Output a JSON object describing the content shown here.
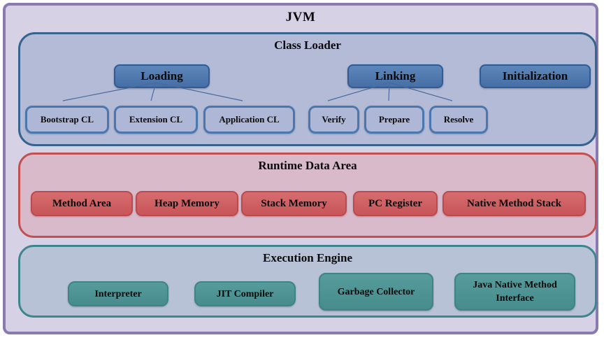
{
  "title": "JVM",
  "colors": {
    "outer_background": "#d7d1e6",
    "outer_border": "#8a7ab0",
    "class_loader_background": "#b3bbd7",
    "class_loader_border": "#36648e",
    "phase_fill": "#4c79b0",
    "phase_border": "#2f5c94",
    "subbox_fill": "#aeb8d6",
    "subbox_border": "#4a77ad",
    "connector_line": "#4a6a9c",
    "runtime_background": "#d9bacb",
    "runtime_border": "#c05150",
    "runtime_box_fill": "#cd5d61",
    "runtime_box_border": "#b94a4e",
    "engine_background": "#b8c2d6",
    "engine_border": "#3d868d",
    "engine_box_fill": "#4d9394",
    "engine_box_border": "#3f8287"
  },
  "class_loader": {
    "title": "Class Loader",
    "phases": [
      {
        "label": "Loading"
      },
      {
        "label": "Linking"
      },
      {
        "label": "Initialization"
      }
    ],
    "loading_children": [
      {
        "label": "Bootstrap CL"
      },
      {
        "label": "Extension CL"
      },
      {
        "label": "Application CL"
      }
    ],
    "linking_children": [
      {
        "label": "Verify"
      },
      {
        "label": "Prepare"
      },
      {
        "label": "Resolve"
      }
    ]
  },
  "runtime_data_area": {
    "title": "Runtime Data Area",
    "boxes": [
      {
        "label": "Method Area"
      },
      {
        "label": "Heap Memory"
      },
      {
        "label": "Stack Memory"
      },
      {
        "label": "PC Register"
      },
      {
        "label": "Native Method Stack"
      }
    ]
  },
  "execution_engine": {
    "title": "Execution Engine",
    "boxes": [
      {
        "label": "Interpreter"
      },
      {
        "label": "JIT Compiler"
      },
      {
        "label": "Garbage Collector"
      },
      {
        "label": "Java Native Method Interface"
      }
    ]
  }
}
